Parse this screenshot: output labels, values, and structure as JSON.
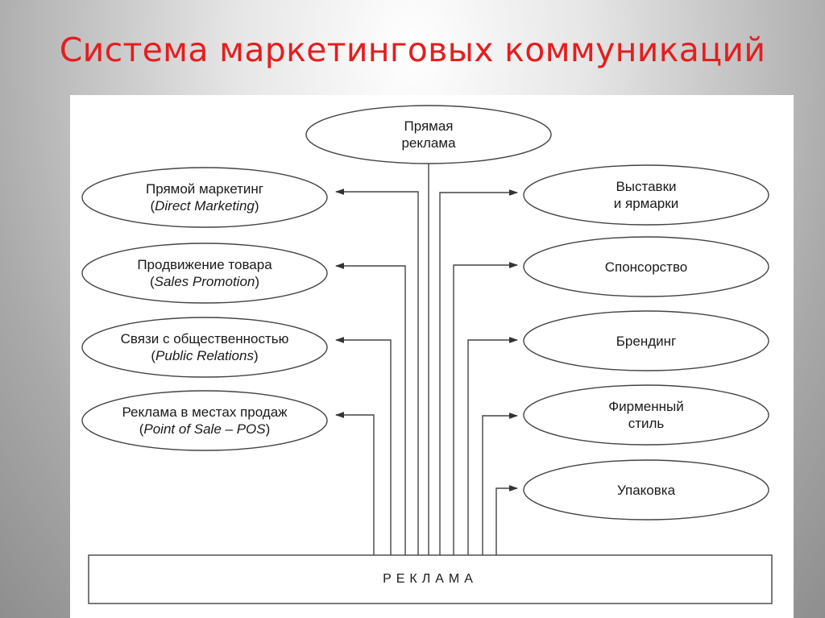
{
  "title": "Система маркетинговых коммуникаций",
  "diagram": {
    "top": {
      "line1": "Прямая",
      "line2": "реклама"
    },
    "left": [
      {
        "line1": "Прямой маркетинг",
        "line2": "Direct Marketing"
      },
      {
        "line1": "Продвижение товара",
        "line2": "Sales Promotion"
      },
      {
        "line1": "Связи с общественностью",
        "line2": "Public Relations"
      },
      {
        "line1": "Реклама в местах продаж",
        "line2": "Point of Sale – POS"
      }
    ],
    "right": [
      {
        "line1": "Выставки",
        "line2": "и ярмарки"
      },
      {
        "line1": "Спонсорство",
        "line2": ""
      },
      {
        "line1": "Брендинг",
        "line2": ""
      },
      {
        "line1": "Фирменный",
        "line2": "стиль"
      },
      {
        "line1": "Упаковка",
        "line2": ""
      }
    ],
    "base": "РЕКЛАМА"
  }
}
